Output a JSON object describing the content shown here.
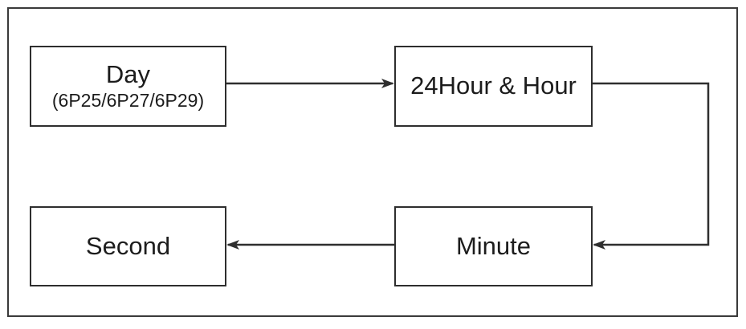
{
  "diagram": {
    "nodes": {
      "day": {
        "label": "Day",
        "sublabel": "(6P25/6P27/6P29)"
      },
      "hour": {
        "label": "24Hour & Hour"
      },
      "minute": {
        "label": "Minute"
      },
      "second": {
        "label": "Second"
      }
    },
    "edges": [
      {
        "from": "day",
        "to": "hour"
      },
      {
        "from": "hour",
        "to": "minute"
      },
      {
        "from": "minute",
        "to": "second"
      }
    ],
    "colors": {
      "stroke": "#2e2e2e",
      "background": "#ffffff",
      "text": "#1c1c1c"
    }
  }
}
